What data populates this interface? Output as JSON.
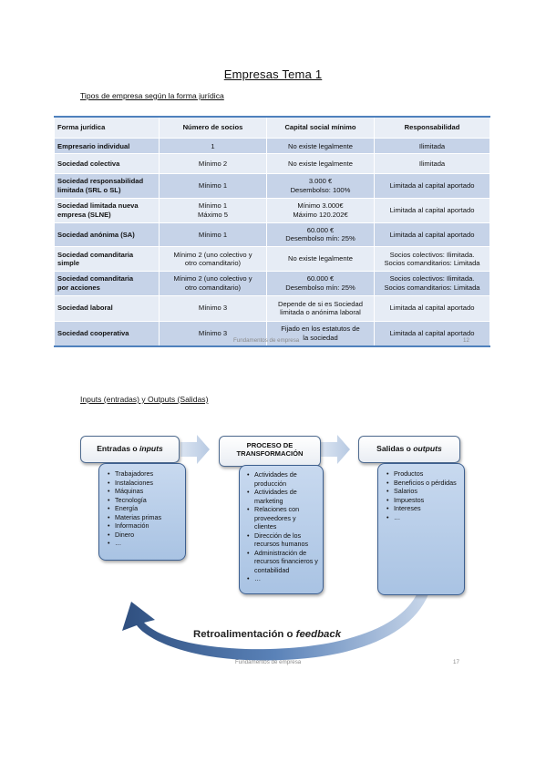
{
  "header": {
    "title": "Empresas Tema 1"
  },
  "section1": {
    "heading": "Tipos de empresa según la forma jurídica"
  },
  "table": {
    "columns": [
      "Forma jurídica",
      "Número de socios",
      "Capital social mínimo",
      "Responsabilidad"
    ],
    "rows": [
      {
        "forma": [
          "Empresario individual"
        ],
        "socios": [
          "1"
        ],
        "capital": [
          "No  existe legalmente"
        ],
        "resp": [
          "Ilimitada"
        ]
      },
      {
        "forma": [
          "Sociedad colectiva"
        ],
        "socios": [
          "Mínimo 2"
        ],
        "capital": [
          "No existe legalmente"
        ],
        "resp": [
          "Ilimitada"
        ]
      },
      {
        "forma": [
          "Sociedad responsabilidad",
          "limitada (SRL o SL)"
        ],
        "socios": [
          "Mínimo 1"
        ],
        "capital": [
          "3.000 €",
          "Desembolso: 100%"
        ],
        "resp": [
          "Limitada al capital aportado"
        ]
      },
      {
        "forma": [
          "Sociedad limitada nueva",
          "empresa (SLNE)"
        ],
        "socios": [
          "Mínimo 1",
          "Máximo 5"
        ],
        "capital": [
          "Mínimo 3.000€",
          "Máximo 120.202€"
        ],
        "resp": [
          "Limitada al capital aportado"
        ]
      },
      {
        "forma": [
          "Sociedad anónima (SA)"
        ],
        "socios": [
          "Mínimo 1"
        ],
        "capital": [
          "60.000 €",
          "Desembolso mín: 25%"
        ],
        "resp": [
          "Limitada al capital aportado"
        ]
      },
      {
        "forma": [
          "Sociedad comanditaria",
          "simple"
        ],
        "socios": [
          "Mínimo 2 (uno colectivo y",
          "otro comanditario)"
        ],
        "capital": [
          "No existe legalmente"
        ],
        "resp": [
          "Socios colectivos: Ilimitada.",
          "Socios comanditarios: Limitada"
        ]
      },
      {
        "forma": [
          "Sociedad comanditaria",
          "por acciones"
        ],
        "socios": [
          "Mínimo 2 (uno colectivo y",
          "otro comanditario)"
        ],
        "capital": [
          "60.000 €",
          "Desembolso mín: 25%"
        ],
        "resp": [
          "Socios colectivos: Ilimitada.",
          "Socios comanditarios: Limitada"
        ]
      },
      {
        "forma": [
          "Sociedad laboral"
        ],
        "socios": [
          "Mínimo 3"
        ],
        "capital": [
          "Depende de si es Sociedad",
          "limitada o anónima laboral"
        ],
        "resp": [
          "Limitada al capital aportado"
        ]
      },
      {
        "forma": [
          "Sociedad cooperativa"
        ],
        "socios": [
          "Mínimo 3"
        ],
        "capital": [
          "Fijado en los estatutos de",
          "la sociedad"
        ],
        "resp": [
          "Limitada al capital aportado"
        ]
      }
    ],
    "footer_text": "Fundamentos de empresa",
    "footer_page": "12"
  },
  "section2": {
    "heading": "Inputs (entradas) y Outputs (Salidas)"
  },
  "diagram": {
    "inputs": {
      "title_plain": "Entradas o ",
      "title_italic": "inputs",
      "items": [
        "Trabajadores",
        "Instalaciones",
        "Máquinas",
        "Tecnología",
        "Energía",
        "Materias primas",
        "Información",
        "Dinero",
        "…"
      ]
    },
    "process": {
      "title_line1": "PROCESO DE",
      "title_line2": "TRANSFORMACIÓN",
      "items": [
        "Actividades de producción",
        "Actividades de marketing",
        "Relaciones con proveedores y clientes",
        "Dirección de los recursos humanos",
        "Administración de recursos financieros y contabilidad",
        "…"
      ]
    },
    "outputs": {
      "title_plain": "Salidas o ",
      "title_italic": "outputs",
      "items": [
        "Productos",
        "Beneficios o pérdidas",
        "Salarios",
        "Impuestos",
        "Intereses",
        "…"
      ]
    },
    "feedback": {
      "plain": "Retroalimentación o ",
      "italic": "feedback"
    },
    "footer_text": "Fundamentos de empresa",
    "footer_page": "17",
    "colors": {
      "arrow": "#4a6fa5",
      "list_fill": "#b3cae8",
      "list_border": "#3d5f8f"
    }
  }
}
